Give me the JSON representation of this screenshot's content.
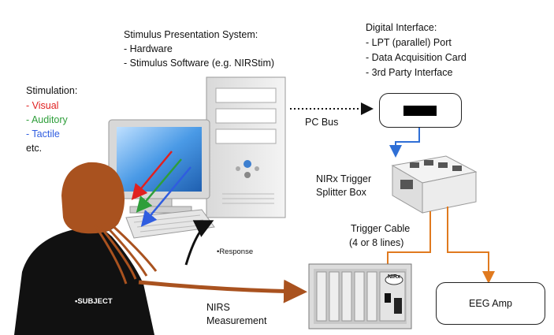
{
  "stimulus_system": {
    "title": "Stimulus Presentation System:",
    "items": [
      "- Hardware",
      "- Stimulus Software (e.g. NIRStim)"
    ]
  },
  "digital_interface": {
    "title": "Digital Interface:",
    "items": [
      "- LPT (parallel) Port",
      "- Data Acquisition Card",
      "- 3rd Party Interface"
    ]
  },
  "stimulation": {
    "title": "Stimulation:",
    "items": [
      {
        "label": "- Visual",
        "color": "#e02020"
      },
      {
        "label": "- Auditory",
        "color": "#2e9e3a"
      },
      {
        "label": "- Tactile",
        "color": "#2f5de0"
      }
    ],
    "etc": "etc."
  },
  "labels": {
    "pc_bus": "PC Bus",
    "splitter_line1": "NIRx Trigger",
    "splitter_line2": "Splitter Box",
    "trigger_cable_line1": "Trigger Cable",
    "trigger_cable_line2": "(4 or 8 lines)",
    "response": "•Response",
    "subject": "•SUBJECT",
    "nirs_line1": "NIRS",
    "nirs_line2": "Measurement",
    "eeg": "EEG  Amp",
    "nirx_logo": "NIRx"
  },
  "colors": {
    "head": "#a9521f",
    "silhouette": "#111111",
    "cable_orange": "#e07a1f",
    "connector_blue": "#2f6fd6",
    "monitor_screen": "#2f7fd0"
  }
}
